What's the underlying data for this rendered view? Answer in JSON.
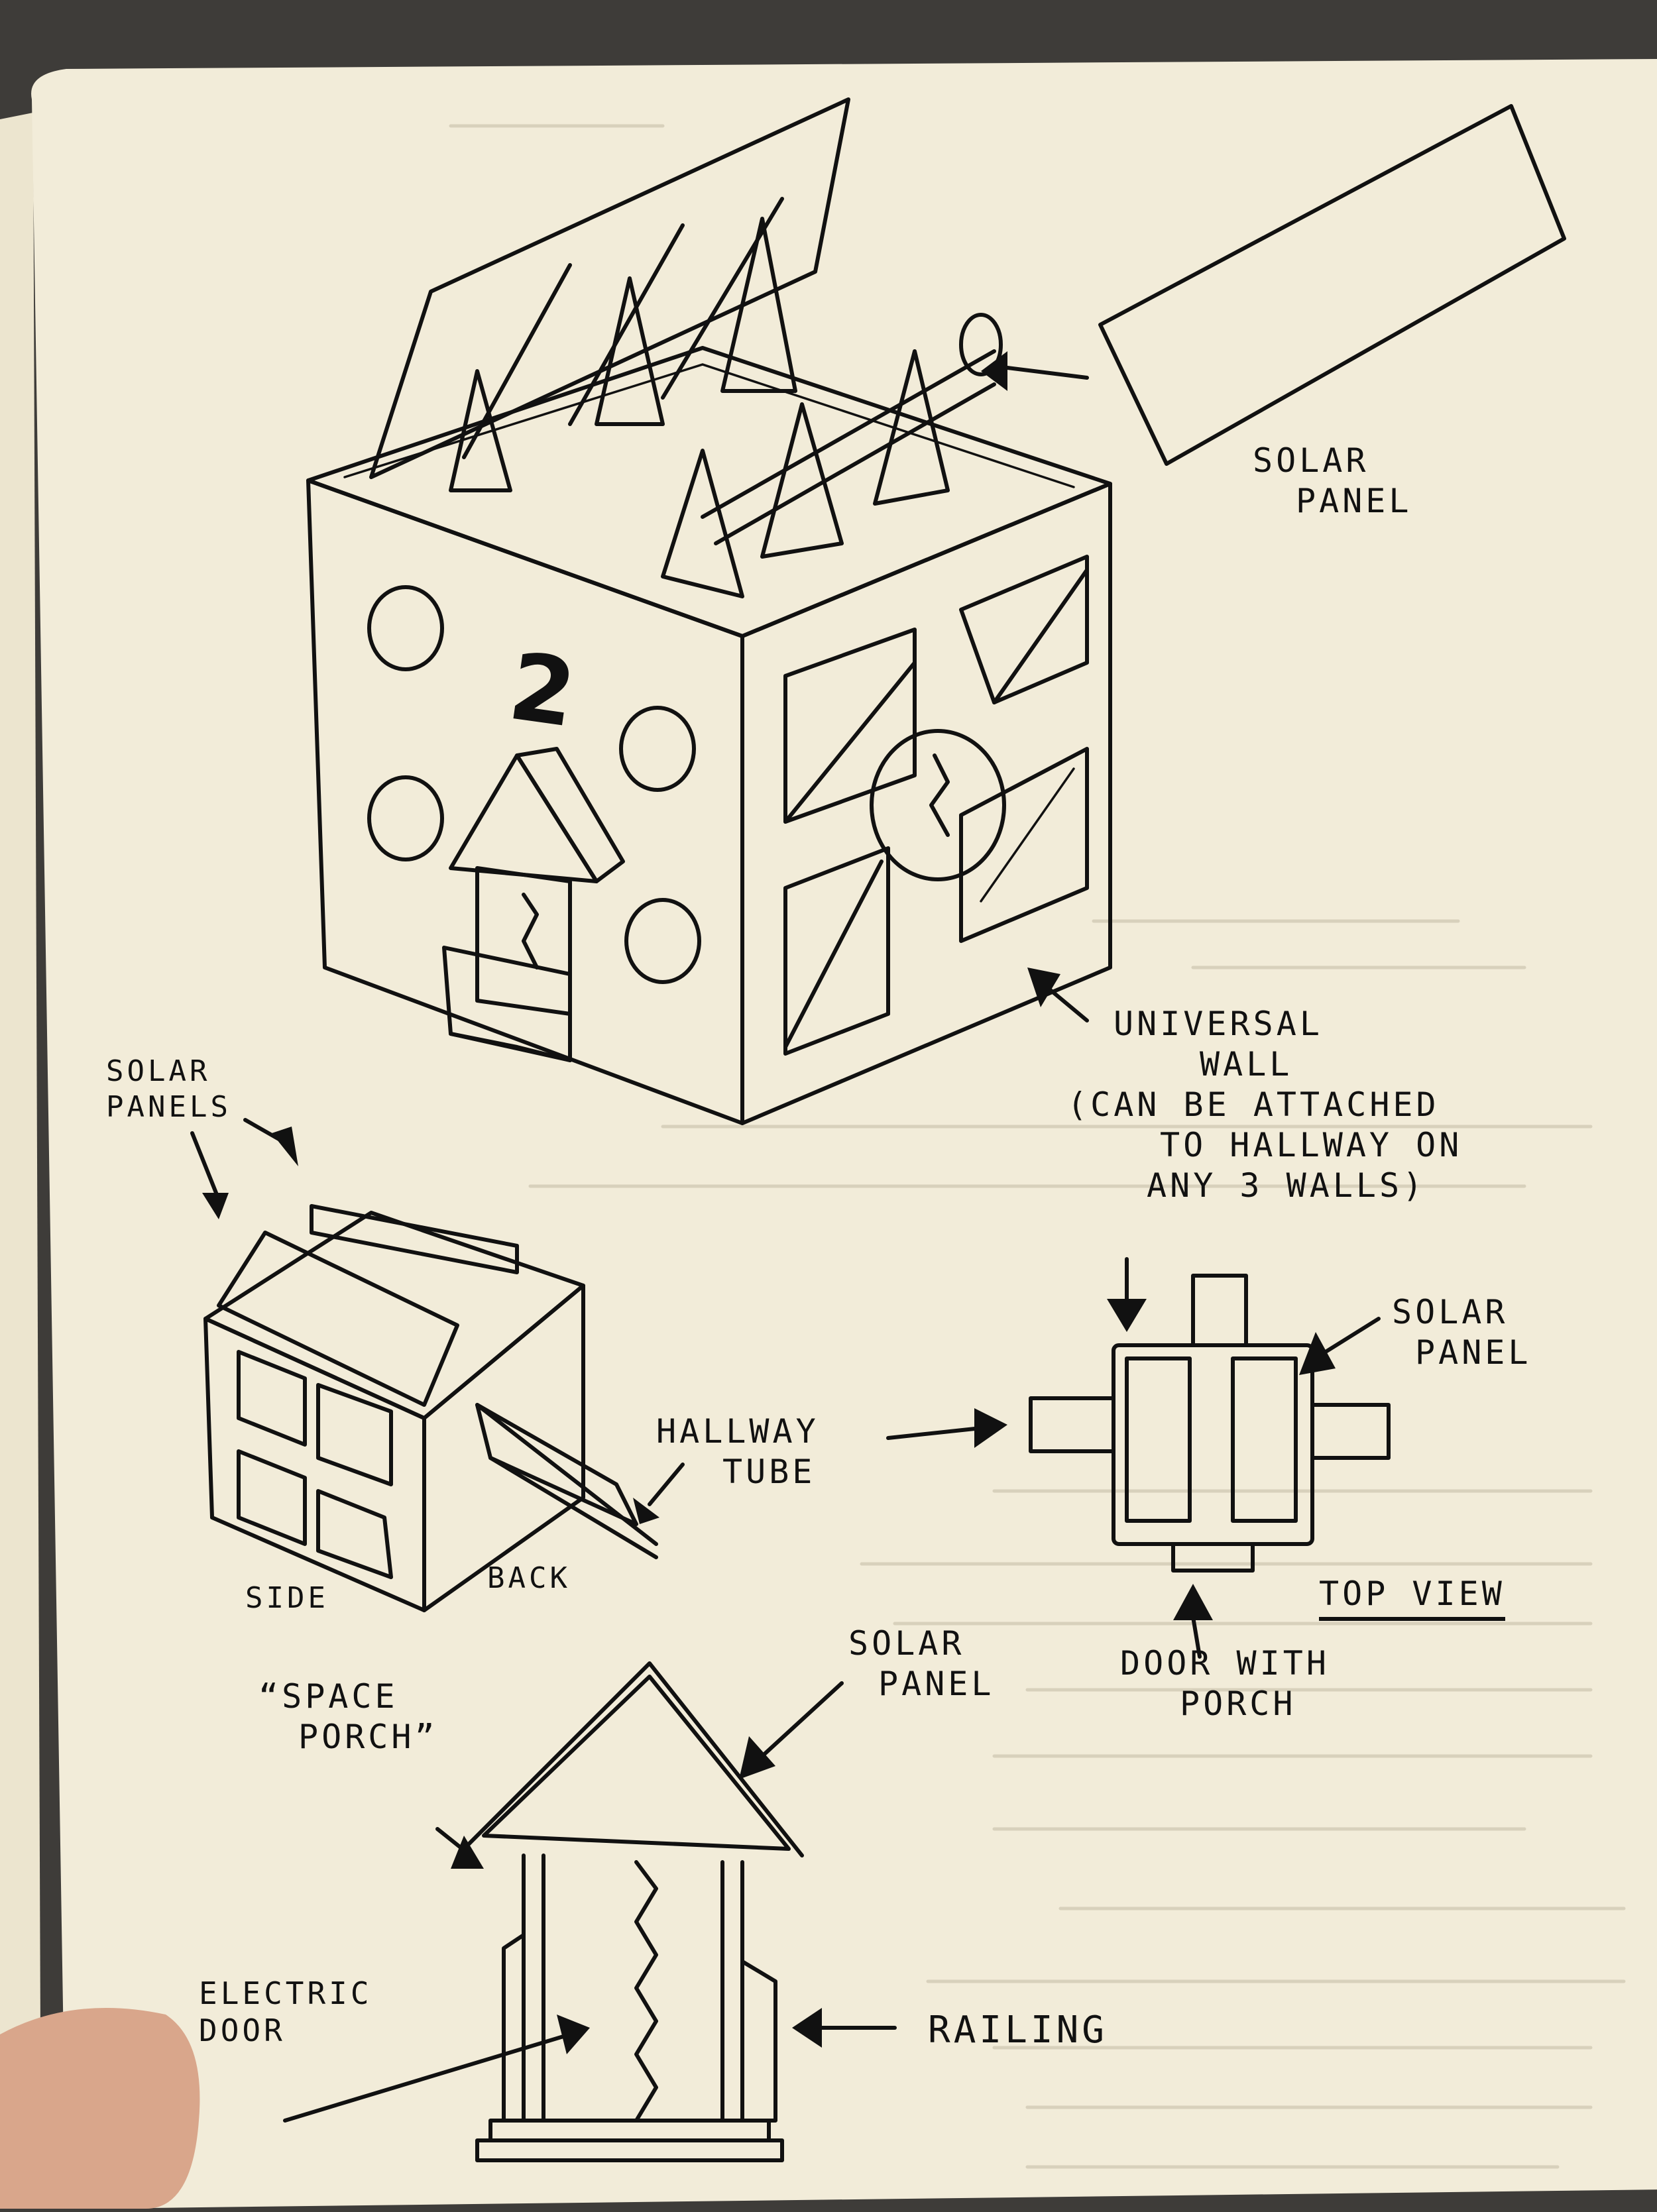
{
  "sketch": {
    "colors": {
      "paper": "#f2ecd9",
      "ink": "#111111",
      "background": "#3e3c39",
      "pencil": "#9c988c"
    },
    "module_number": "2",
    "labels": {
      "solar_panel_top": [
        "SOLAR",
        "PANEL"
      ],
      "universal_wall": [
        "UNIVERSAL",
        "WALL",
        "(CAN BE ATTACHED",
        "TO HALLWAY ON",
        "ANY 3 WALLS)"
      ],
      "solar_panels_side": [
        "SOLAR",
        "PANELS"
      ],
      "solar_panel_topview": [
        "SOLAR",
        "PANEL"
      ],
      "hallway_tube": [
        "HALLWAY",
        "TUBE"
      ],
      "side": "SIDE",
      "back": "BACK",
      "top_view": "TOP VIEW",
      "door_with_porch": [
        "DOOR WITH",
        "PORCH"
      ],
      "solar_panel_porch": [
        "SOLAR",
        "PANEL"
      ],
      "space_porch": [
        "“SPACE",
        "PORCH”"
      ],
      "electric_door": [
        "ELECTRIC",
        "DOOR"
      ],
      "railing": "RAILING"
    }
  }
}
